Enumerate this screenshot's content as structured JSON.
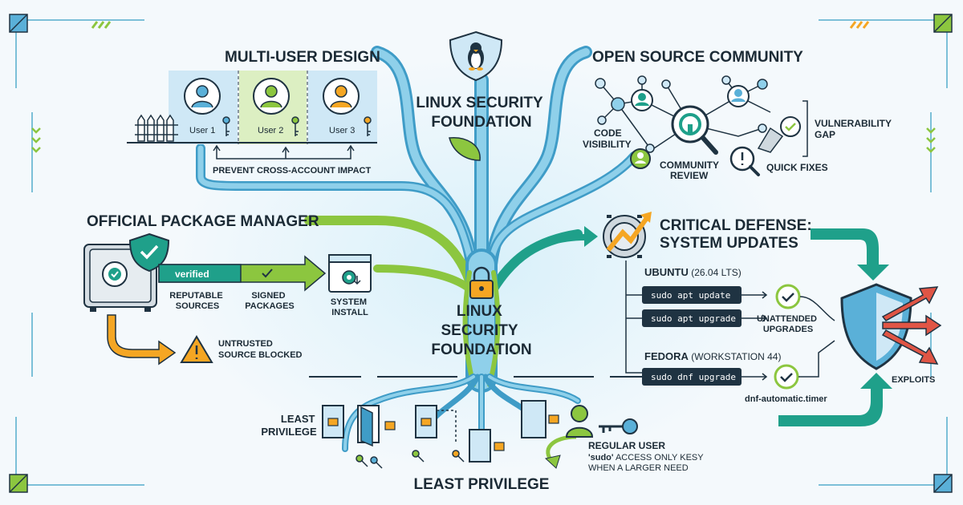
{
  "colors": {
    "branch": "#8fd0ea",
    "branch_dark": "#3f9cc7",
    "green": "#8cc63f",
    "teal": "#1fa08a",
    "orange": "#f5a623",
    "navy": "#1f3342",
    "red": "#e05545"
  },
  "center": {
    "title_top": [
      "LINUX SECURITY",
      "FOUNDATION"
    ],
    "title_trunk": [
      "LINUX",
      "SECURITY",
      "FOUNDATION"
    ]
  },
  "multi_user": {
    "title": "MULTI-USER DESIGN",
    "users": [
      "User 1",
      "User 2",
      "User 3"
    ],
    "caption": "PREVENT CROSS-ACCOUNT IMPACT"
  },
  "open_source": {
    "title": "OPEN SOURCE COMMUNITY",
    "labels": {
      "code_visibility": [
        "CODE",
        "VISIBILITY"
      ],
      "community_review": [
        "COMMUNITY",
        "REVIEW"
      ],
      "quick_fixes": "QUICK FIXES",
      "vulnerability_gap": [
        "VULNERABILITY",
        "GAP"
      ]
    }
  },
  "package_manager": {
    "title": "OFFICIAL PACKAGE MANAGER",
    "verified": "verified",
    "reputable_sources": [
      "REPUTABLE",
      "SOURCES"
    ],
    "signed_packages": [
      "SIGNED",
      "PACKAGES"
    ],
    "system_install": [
      "SYSTEM",
      "INSTALL"
    ],
    "untrusted": [
      "UNTRUSTED",
      "SOURCE BLOCKED"
    ]
  },
  "updates": {
    "title": [
      "CRITICAL DEFENSE:",
      "SYSTEM UPDATES"
    ],
    "ubuntu": {
      "name": "UBUNTU",
      "version": "(26.04 LTS)"
    },
    "commands": {
      "apt_update": "sudo apt update",
      "apt_upgrade": "sudo apt upgrade",
      "dnf_upgrade": "sudo dnf upgrade"
    },
    "unattended": [
      "UNATTENDED",
      "UPGRADES"
    ],
    "fedora": {
      "name": "FEDORA",
      "version": "(WORKSTATION 44)"
    },
    "timer": "dnf-automatic.timer",
    "exploits": "EXPLOITS"
  },
  "least_privilege": {
    "left_label": [
      "LEAST",
      "PRIVILEGE"
    ],
    "bottom_label": "LEAST PRIVILEGE",
    "regular_user": "REGULAR USER",
    "sudo_word": "'sudo'",
    "sudo_rest": "ACCESS ONLY KESY",
    "sudo_line2": "WHEN A LARGER NEED"
  }
}
